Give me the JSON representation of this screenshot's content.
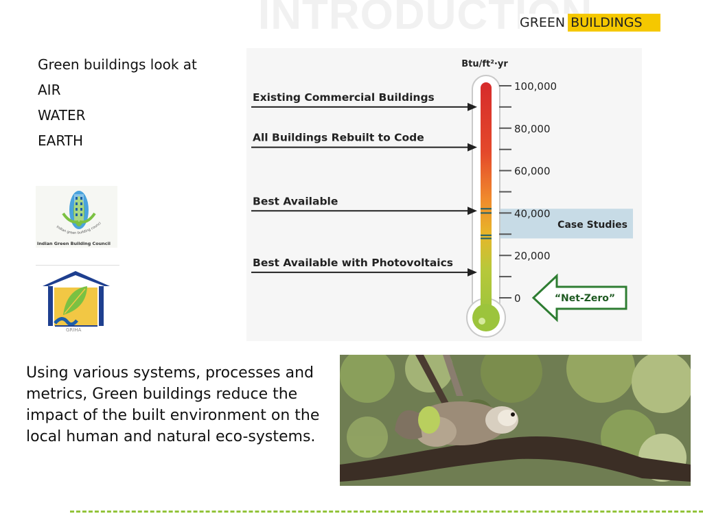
{
  "slide": {
    "watermark": "INTRODUCTION",
    "header": {
      "word1": "GREEN",
      "word2": "BUILDINGS"
    },
    "look_list": [
      "Green buildings look at",
      "AIR",
      "WATER",
      "EARTH"
    ],
    "logos": {
      "igbc": {
        "caption": "Indian Green Building Council",
        "arc_text": "Indian green building council"
      },
      "griha": {
        "caption": "GRIHA"
      }
    },
    "paragraph": "Using various systems, processes and metrics, Green buildings reduce the impact of the built environment on the local human and natural eco-systems."
  },
  "thermometer": {
    "unit_label": "Btu/ft²·yr",
    "scale_ticks": [
      "100,000",
      "80,000",
      "60,000",
      "40,000",
      "20,000",
      "0"
    ],
    "scale_min": 0,
    "scale_max": 100000,
    "markers": [
      {
        "label": "Existing Commercial Buildings",
        "value": 90000
      },
      {
        "label": "All Buildings Rebuilt to Code",
        "value": 71000
      },
      {
        "label": "Best Available",
        "value": 41000
      },
      {
        "label": "Best Available with Photovoltaics",
        "value": 12000
      }
    ],
    "case_studies": {
      "label": "Case Studies",
      "from": 28000,
      "to": 42000
    },
    "net_zero": {
      "label": "“Net-Zero”",
      "value": 0
    },
    "colors": {
      "hot": "#d62b2b",
      "mid": "#f08a2c",
      "warm": "#e7b62a",
      "cool": "#9cc43c",
      "band": "#c7dbe6",
      "arrow": "#2e7d32"
    }
  },
  "colors": {
    "accent_yellow": "#f5c800",
    "footer_green": "#93c33a"
  },
  "photo": {
    "subject": "squirrel-on-branch"
  }
}
